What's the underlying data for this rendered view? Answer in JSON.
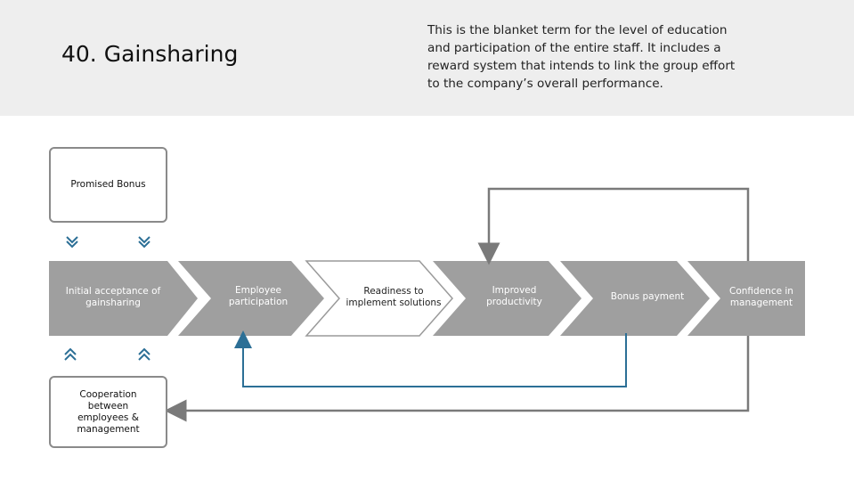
{
  "header": {
    "title": "40. Gainsharing",
    "description": "This is the blanket term for the level of education and participation of the entire staff. It includes a reward system that intends to link the group effort to the company’s overall performance."
  },
  "boxes": {
    "top": "Promised Bonus",
    "bottom": "Cooperation between employees & management"
  },
  "steps": [
    "Initial acceptance of gainsharing",
    "Employee participation",
    "Readiness to implement solutions",
    "Improved productivity",
    "Bonus payment",
    "Confidence in management"
  ],
  "colors": {
    "step_fill": "#9f9f9f",
    "highlight_fill": "#ffffff",
    "blue_arrow": "#2c6f96",
    "gray_arrow": "#7a7a7a"
  },
  "icons": {
    "down_chevron": "double-chevron-down-icon",
    "up_chevron": "double-chevron-up-icon"
  }
}
